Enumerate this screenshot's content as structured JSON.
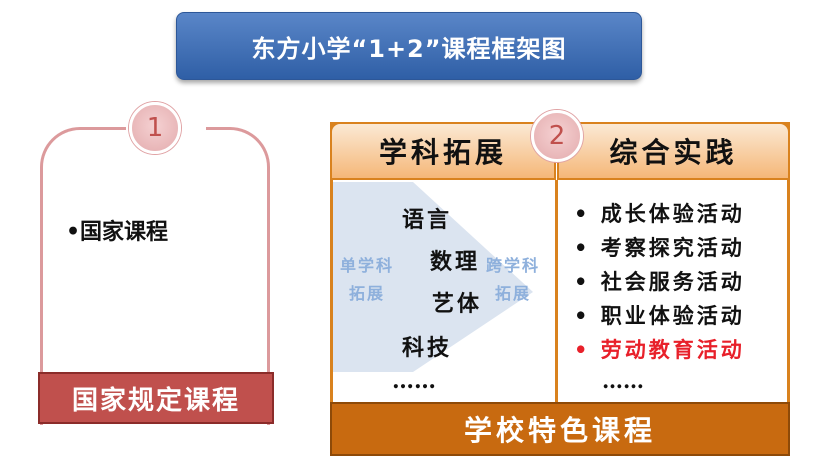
{
  "title": "东方小学“1+2”课程框架图",
  "national": {
    "number": "1",
    "item": "•国家课程",
    "footer": "国家规定课程"
  },
  "school": {
    "number": "2",
    "tab_extension": "学科拓展",
    "tab_practice": "综合实践",
    "subjects": [
      "语言",
      "数理",
      "艺体",
      "科技",
      "……"
    ],
    "single_label": [
      "单学科",
      "拓展"
    ],
    "cross_label": [
      "跨学科",
      "拓展"
    ],
    "practice_items": [
      "• 成长体验活动",
      "• 考察探究活动",
      "• 社会服务活动",
      "• 职业体验活动",
      "• 劳动教育活动",
      "……"
    ],
    "footer": "学校特色课程"
  },
  "colors": {
    "title_blue": "#3a68b0",
    "national_red": "#c0504d",
    "school_orange": "#c86a10",
    "highlight_red": "#e8202a",
    "label_blue": "#8eb0dc"
  }
}
